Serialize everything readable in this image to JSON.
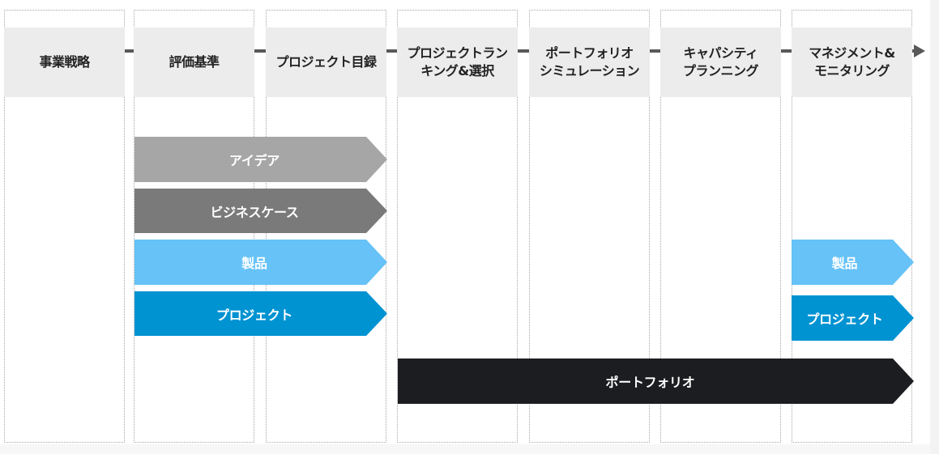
{
  "stages": [
    "事業戦略",
    "評価基準",
    "プロジェクト目録",
    "プロジェクトラン\nキング&選択",
    "ポートフォリオ\nシミュレーション",
    "キャパシティ\nプランニング",
    "マネジメント&\nモニタリング"
  ],
  "bars": {
    "idea": "アイデア",
    "business_case": "ビジネスケース",
    "product": "製品",
    "project": "プロジェクト",
    "product_right": "製品",
    "project_right": "プロジェクト",
    "portfolio": "ポートフォリオ"
  },
  "colors": {
    "stage_bg": "#ececec",
    "timeline": "#595959",
    "idea": "#a6a6a6",
    "business_case": "#7a7a7a",
    "product": "#66c2f7",
    "project": "#0093d2",
    "portfolio": "#1c1d20"
  }
}
